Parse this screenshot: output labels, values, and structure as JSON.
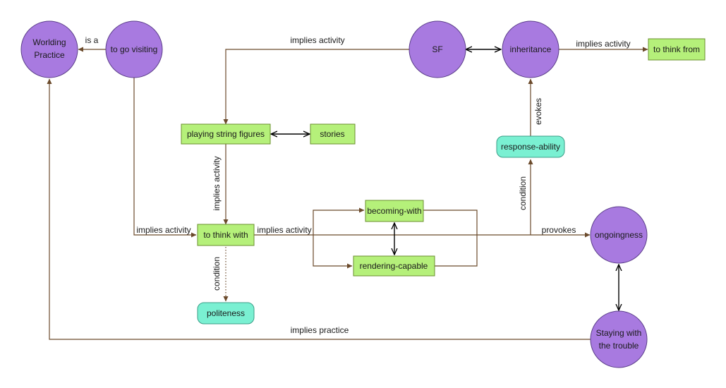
{
  "colors": {
    "circle_fill": "#a87ae0",
    "rect_fill": "#b5f07a",
    "pill_fill": "#7af0d2",
    "edge": "#6b4a2b"
  },
  "nodes": {
    "worlding_practice_line1": "Worlding",
    "worlding_practice_line2": "Practice",
    "to_go_visiting": "to go visiting",
    "sf": "SF",
    "inheritance": "inheritance",
    "to_think_from": "to think from",
    "playing_string_figures": "playing string figures",
    "stories": "stories",
    "response_ability": "response-ability",
    "to_think_with": "to think with",
    "becoming_with": "becoming-with",
    "rendering_capable": "rendering-capable",
    "ongoingness": "ongoingness",
    "politeness": "politeness",
    "staying_line1": "Staying with",
    "staying_line2": "the trouble"
  },
  "edges": {
    "is_a": "is a",
    "implies_activity_sf": "implies activity",
    "implies_activity_inheritance": "implies activity",
    "implies_activity_visiting": "implies activity",
    "implies_activity_playing": "implies activity",
    "implies_activity_think_with": "implies activity",
    "evokes": "evokes",
    "condition_response": "condition",
    "condition_politeness": "condition",
    "provokes": "provokes",
    "implies_practice": "implies practice"
  }
}
